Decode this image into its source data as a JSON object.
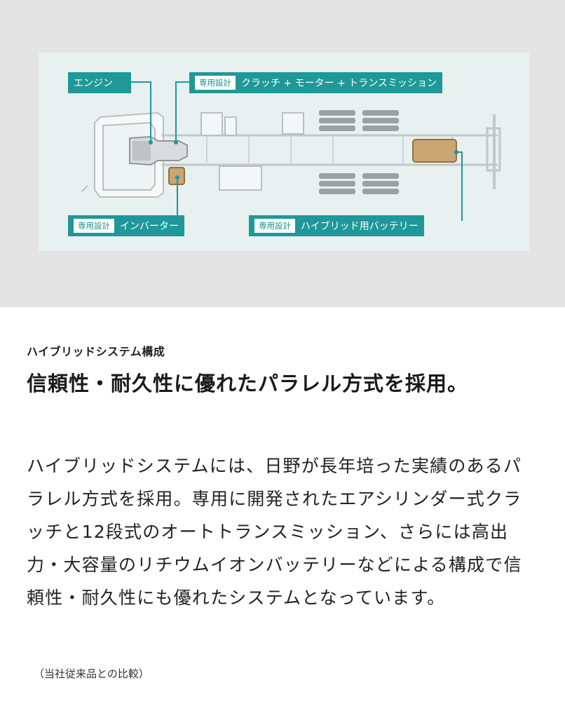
{
  "diagram": {
    "callouts": {
      "engine": {
        "label": "エンジン"
      },
      "clutch_motor_transmission": {
        "tag": "専用設計",
        "label": "クラッチ + モーター + トランスミッション"
      },
      "inverter": {
        "tag": "専用設計",
        "label": "インバーター"
      },
      "battery": {
        "tag": "専用設計",
        "label": "ハイブリッド用バッテリー"
      }
    },
    "colors": {
      "callout_bg": "#1e9898",
      "line": "#1e9898",
      "component_fill": "#c9a672"
    }
  },
  "article": {
    "subheading": "ハイブリッドシステム構成",
    "headline": "信頼性・耐久性に優れたパラレル方式を採用。",
    "body": "ハイブリッドシステムには、日野が長年培った実績のあるパラレル方式を採用。専用に開発されたエアシリンダー式クラッチと12段式のオートトランスミッション、さらには高出力・大容量のリチウムイオンバッテリーなどによる構成で信頼性・耐久性にも優れたシステムとなっています。",
    "note": "（当社従来品との比較）"
  }
}
